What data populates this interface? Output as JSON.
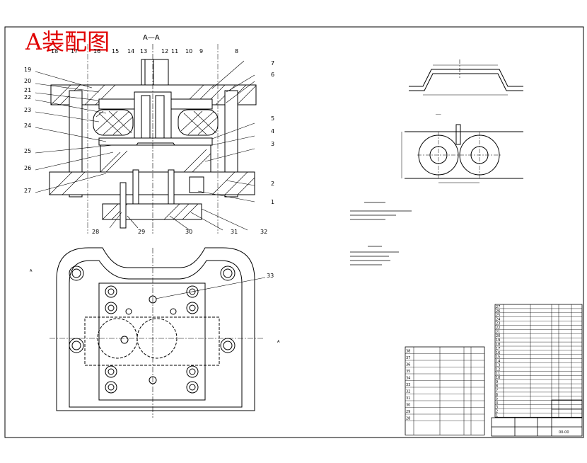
{
  "title": "A装配图",
  "section_label": "A—A",
  "view_marker": "A",
  "part_numbers_left": [
    "19",
    "20",
    "21",
    "22",
    "23",
    "24",
    "25",
    "26",
    "27"
  ],
  "part_numbers_top": [
    "18",
    "17",
    "16",
    "15",
    "14",
    "13",
    "12",
    "11",
    "10",
    "9",
    "8"
  ],
  "part_numbers_right": [
    "7",
    "6",
    "5",
    "4",
    "3",
    "2",
    "1"
  ],
  "part_numbers_bottom": [
    "28",
    "29",
    "30",
    "31",
    "32"
  ],
  "callout_33": "33",
  "bom_right_rows": [
    "27",
    "26",
    "25",
    "24",
    "23",
    "22",
    "21",
    "20",
    "19",
    "18",
    "17",
    "16",
    "15",
    "14",
    "13",
    "12",
    "11",
    "10",
    "9",
    "8",
    "7",
    "6",
    "5",
    "4",
    "3",
    "2",
    "1"
  ],
  "bom_left_rows": [
    "38",
    "37",
    "36",
    "35",
    "34",
    "33",
    "32",
    "31",
    "30",
    "29",
    "28"
  ],
  "drawing_no": "00-00"
}
